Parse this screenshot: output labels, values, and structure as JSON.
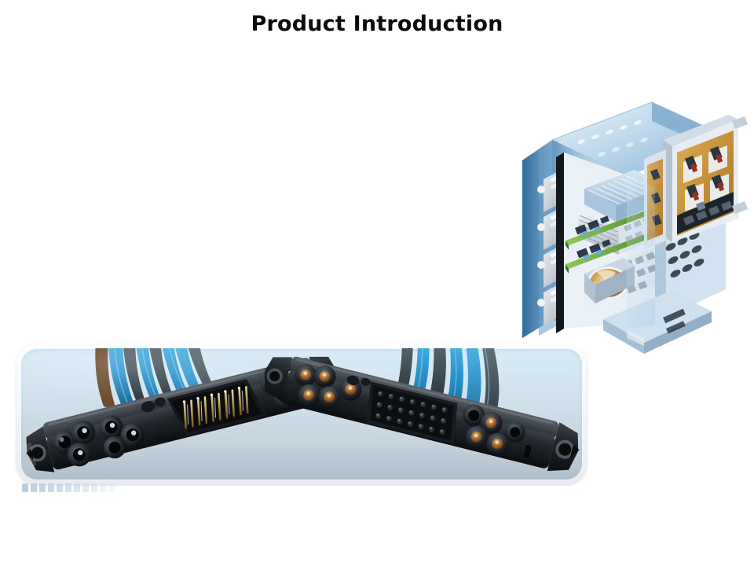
{
  "slide": {
    "title": "Product Introduction",
    "background_color": "#ffffff"
  },
  "figures": {
    "chassis": {
      "name": "telecom-chassis-cutaway",
      "caption": "",
      "description": "Cutaway isometric illustration of a rack-mount telecom equipment chassis with plug-in circuit boards, heat sinks, backplane, cooling fan and an extracted card module",
      "colors": {
        "shell_light": "#cfe3f2",
        "shell_mid": "#8fb4d4",
        "shell_dark": "#3f6e9c",
        "metal": "#c8d2da",
        "metal_dark": "#8b97a2",
        "pcb_green": "#6fae3d",
        "pcb_orange": "#c8922f",
        "fan_copper": "#c98b3e",
        "black": "#1b2127"
      }
    },
    "connector_photo": {
      "name": "hybrid-backplane-connector-pair",
      "caption": "",
      "description": "Mated pair of hybrid backplane connectors: male pin header on the left with blue coaxial cable bundle, female socket housing on the right with blue cable bundle",
      "colors": {
        "panel_fill_top": "#d9ecf7",
        "panel_fill_bottom": "#aebdc8",
        "panel_border": "#ffffff",
        "cable_blue": "#2f9bd4",
        "cable_blue_dark": "#18608f",
        "connector_black": "#1a1c1f",
        "pin_gold": "#b99a56",
        "pin_silver": "#cfd4d8",
        "contact_copper": "#a2652c"
      }
    }
  },
  "decoration": {
    "dot_strip": {
      "name": "dot-strip",
      "count": 11,
      "color": "#b9cfe0"
    }
  }
}
